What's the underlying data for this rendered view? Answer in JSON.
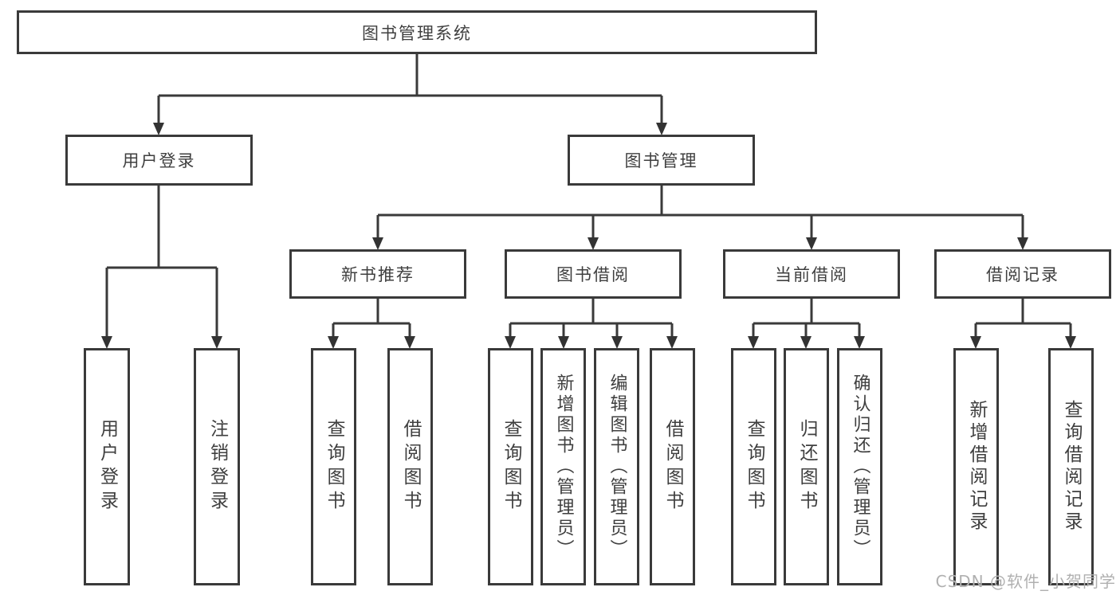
{
  "diagram": {
    "type": "hierarchy-tree",
    "tree": {
      "label": "图书管理系统",
      "children": [
        {
          "label": "用户登录",
          "children": [
            {
              "label": "用户登录"
            },
            {
              "label": "注销登录"
            }
          ]
        },
        {
          "label": "图书管理",
          "children": [
            {
              "label": "新书推荐",
              "children": [
                {
                  "label": "查询图书"
                },
                {
                  "label": "借阅图书"
                }
              ]
            },
            {
              "label": "图书借阅",
              "children": [
                {
                  "label": "查询图书"
                },
                {
                  "label": "新增图书（管理员）"
                },
                {
                  "label": "编辑图书（管理员）"
                },
                {
                  "label": "借阅图书"
                }
              ]
            },
            {
              "label": "当前借阅",
              "children": [
                {
                  "label": "查询图书"
                },
                {
                  "label": "归还图书"
                },
                {
                  "label": "确认归还（管理员）"
                }
              ]
            },
            {
              "label": "借阅记录",
              "children": [
                {
                  "label": "新增借阅记录"
                },
                {
                  "label": "查询借阅记录"
                }
              ]
            }
          ]
        }
      ]
    },
    "colors": {
      "line": "#3a3a3a",
      "box_border": "#3a3a3a",
      "box_fill": "#ffffff",
      "text": "#3f3f3f",
      "background": "#ffffff"
    }
  },
  "watermark": {
    "text": "CSDN @软件_小贺同学"
  }
}
